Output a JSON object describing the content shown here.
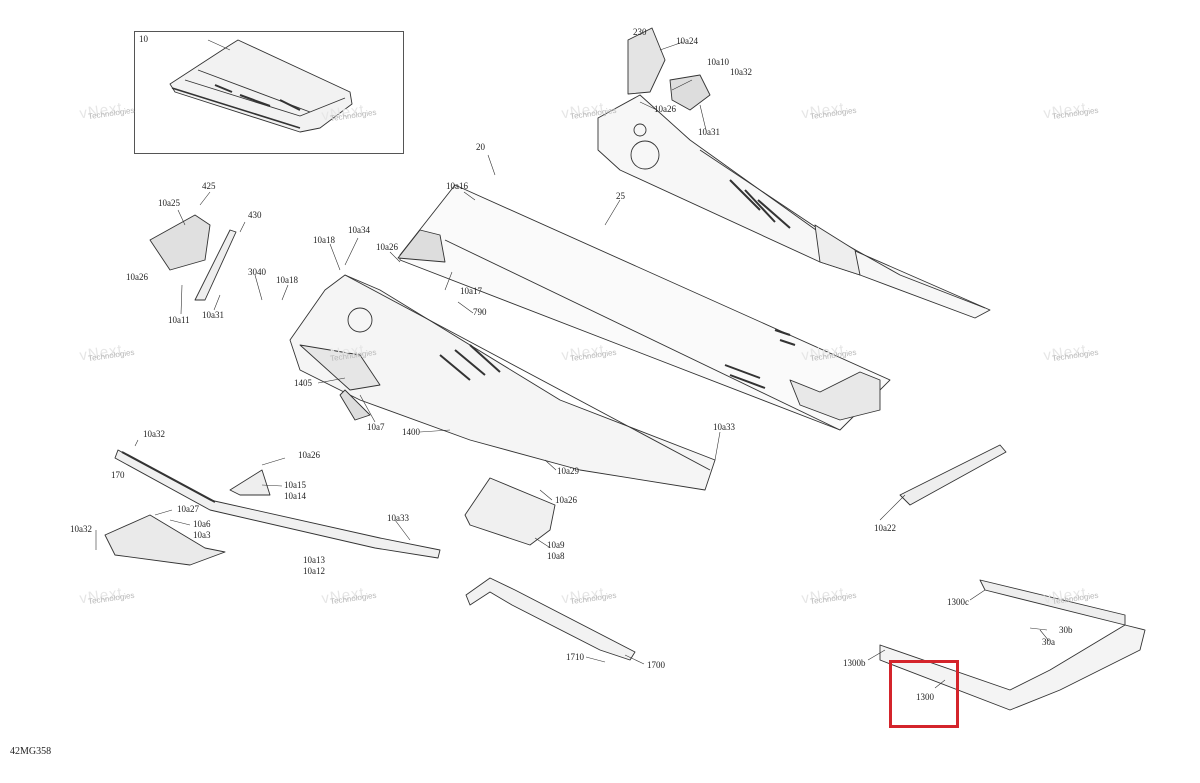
{
  "diagram": {
    "code": "42MG358",
    "highlight_color": "#d4242b",
    "callouts": [
      "10",
      "230",
      "10a24",
      "10a10",
      "10a32",
      "10a26",
      "10a31",
      "20",
      "10a16",
      "25",
      "425",
      "10a25",
      "430",
      "10a34",
      "10a18",
      "10a26",
      "10a26",
      "3040",
      "10a18",
      "10a11",
      "10a31",
      "10a17",
      "790",
      "1405",
      "10a7",
      "1400",
      "10a33",
      "10a29",
      "10a32",
      "10a26",
      "170",
      "10a15",
      "10a14",
      "10a27",
      "10a6",
      "10a3",
      "10a32",
      "10a13",
      "10a12",
      "10a33",
      "10a26",
      "10a9",
      "10a8",
      "10a22",
      "1300c",
      "30b",
      "30a",
      "1300b",
      "1300",
      "1710",
      "1700"
    ],
    "watermark": {
      "line1": "vNext",
      "line2": "Technologies"
    }
  }
}
